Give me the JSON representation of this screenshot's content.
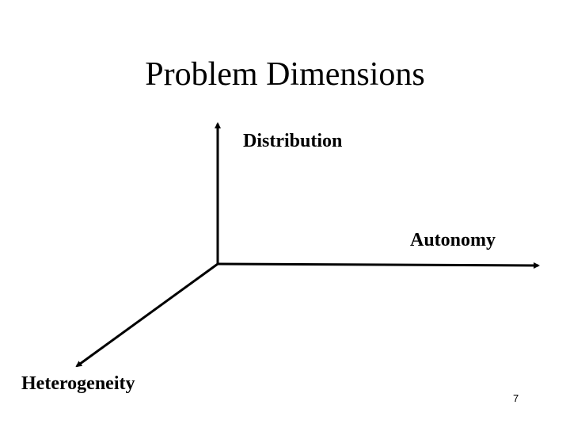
{
  "slide": {
    "title": "Problem Dimensions",
    "page_number": "7"
  },
  "axes": {
    "vertical_label": "Distribution",
    "horizontal_label": "Autonomy",
    "diagonal_label": "Heterogeneity",
    "line_color": "#000000"
  }
}
